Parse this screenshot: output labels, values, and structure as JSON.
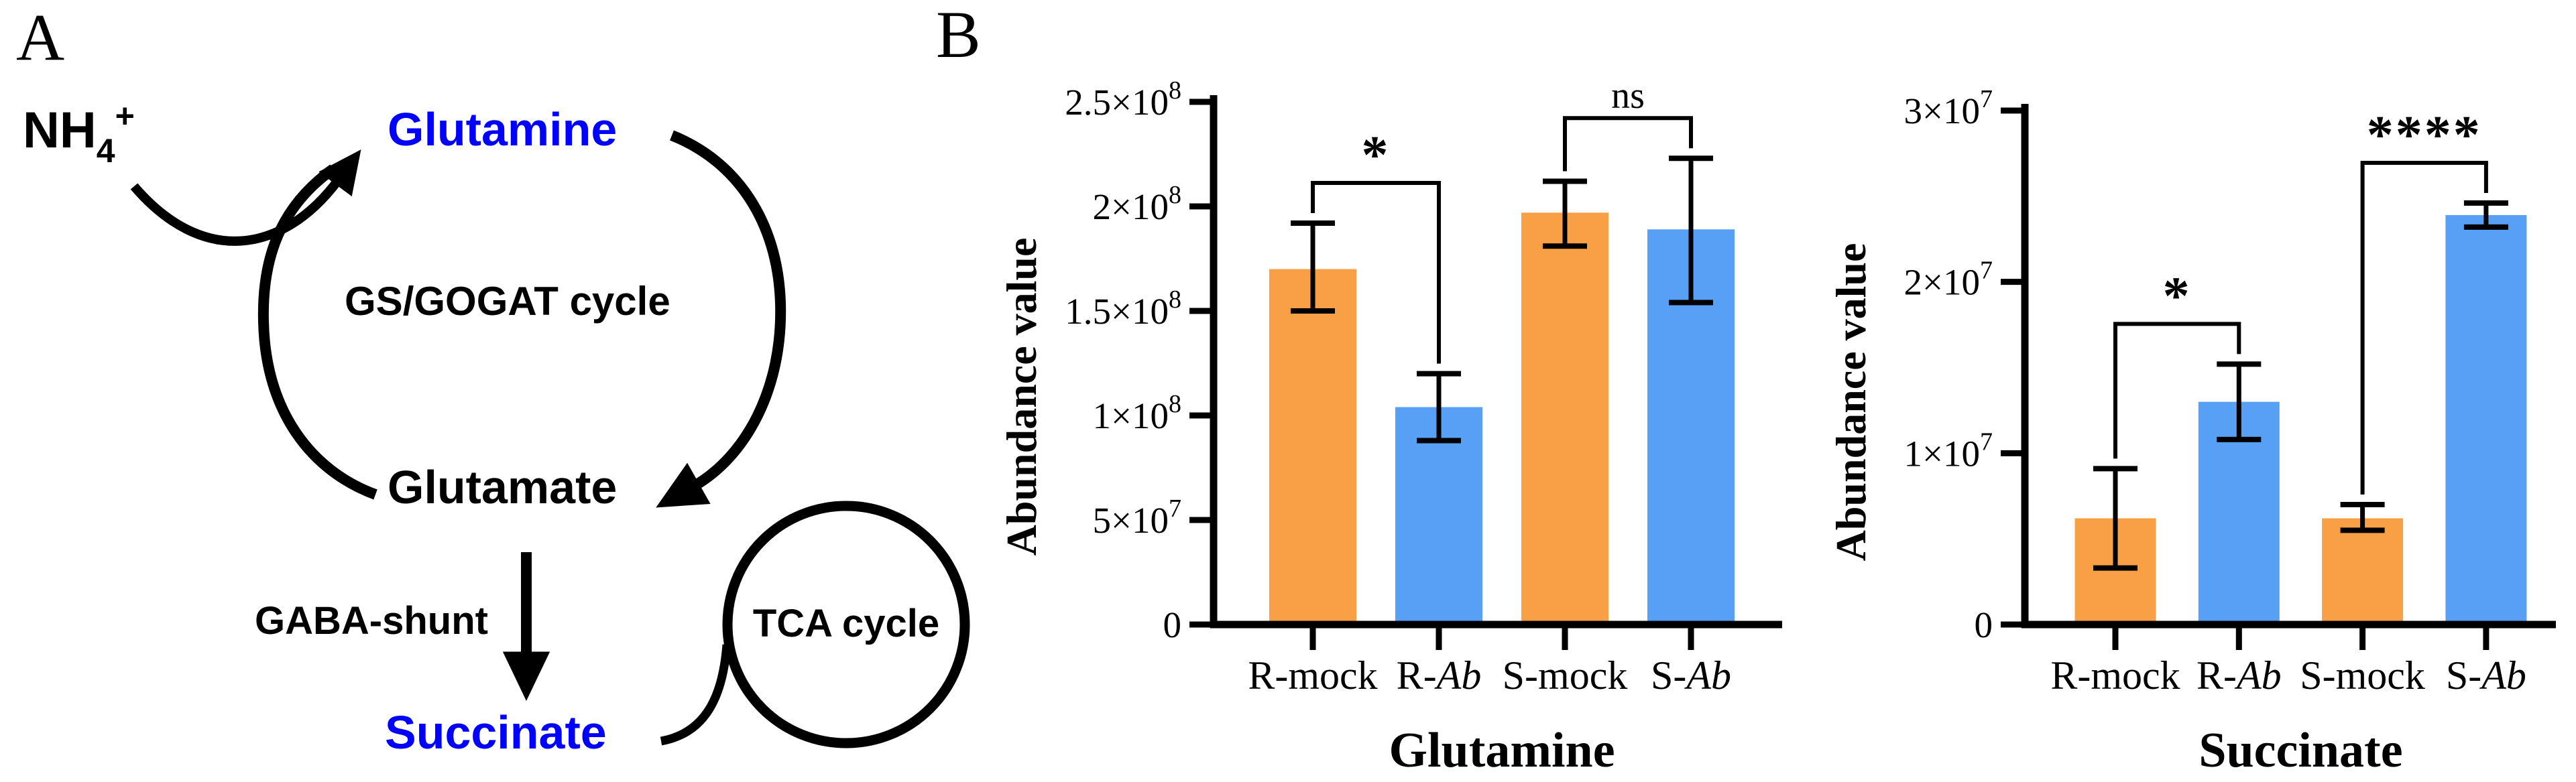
{
  "figure": {
    "panel_a_label": "A",
    "panel_b_label": "B",
    "background": "#FFFFFF"
  },
  "panel_a": {
    "nh4": {
      "base": "NH",
      "sub": "4",
      "sup": "+"
    },
    "glutamine": "Glutamine",
    "glutamate": "Glutamate",
    "succinate": "Succinate",
    "gs_gogat_label": "GS/GOGAT cycle",
    "gaba_shunt_label": "GABA-shunt",
    "tca_label": "TCA cycle",
    "highlight_color": "#0000FF",
    "edges": [
      {
        "from": "NH4+",
        "to": "Glutamine"
      },
      {
        "from": "Glutamate",
        "to": "Glutamine",
        "part_of": "GS/GOGAT cycle"
      },
      {
        "from": "Glutamine",
        "to": "Glutamate",
        "part_of": "GS/GOGAT cycle"
      },
      {
        "from": "Glutamate",
        "to": "Succinate",
        "label": "GABA-shunt"
      },
      {
        "from": "Succinate",
        "to": "TCA cycle"
      }
    ]
  },
  "chart_data": [
    {
      "type": "bar",
      "title": "Glutamine",
      "ylabel": "Abundance value",
      "categories": [
        {
          "plain": "R-mock",
          "italic": ""
        },
        {
          "plain": "R-",
          "italic": "Ab"
        },
        {
          "plain": "S-mock",
          "italic": ""
        },
        {
          "plain": "S-",
          "italic": "Ab"
        }
      ],
      "values": [
        170000000,
        104000000,
        197000000,
        189000000
      ],
      "error_low": [
        150000000,
        88000000,
        181000000,
        154000000
      ],
      "error_high": [
        192000000,
        120000000,
        212000000,
        223000000
      ],
      "bar_colors": [
        "#F9A047",
        "#57A0F5",
        "#F9A047",
        "#57A0F5"
      ],
      "ylim": [
        0,
        250000000
      ],
      "yticks": [
        {
          "value": 0,
          "label": "0",
          "exp": ""
        },
        {
          "value": 50000000,
          "label": "5×10",
          "exp": "7"
        },
        {
          "value": 100000000,
          "label": "1×10",
          "exp": "8"
        },
        {
          "value": 150000000,
          "label": "1.5×10",
          "exp": "8"
        },
        {
          "value": 200000000,
          "label": "2×10",
          "exp": "8"
        },
        {
          "value": 250000000,
          "label": "2.5×10",
          "exp": "8"
        }
      ],
      "significance": [
        {
          "pair": [
            0,
            1
          ],
          "label": "*"
        },
        {
          "pair": [
            2,
            3
          ],
          "label": "ns"
        }
      ],
      "grid": false,
      "legend": "none"
    },
    {
      "type": "bar",
      "title": "Succinate",
      "ylabel": "Abundance value",
      "categories": [
        {
          "plain": "R-mock",
          "italic": ""
        },
        {
          "plain": "R-",
          "italic": "Ab"
        },
        {
          "plain": "S-mock",
          "italic": ""
        },
        {
          "plain": "S-",
          "italic": "Ab"
        }
      ],
      "values": [
        6200000,
        13000000,
        6200000,
        23900000
      ],
      "error_low": [
        3300000,
        10800000,
        5500000,
        23200000
      ],
      "error_high": [
        9100000,
        15200000,
        7000000,
        24600000
      ],
      "bar_colors": [
        "#F9A047",
        "#57A0F5",
        "#F9A047",
        "#57A0F5"
      ],
      "ylim": [
        0,
        30000000
      ],
      "yticks": [
        {
          "value": 0,
          "label": "0",
          "exp": ""
        },
        {
          "value": 10000000,
          "label": "1×10",
          "exp": "7"
        },
        {
          "value": 20000000,
          "label": "2×10",
          "exp": "7"
        },
        {
          "value": 30000000,
          "label": "3×10",
          "exp": "7"
        }
      ],
      "significance": [
        {
          "pair": [
            0,
            1
          ],
          "label": "*"
        },
        {
          "pair": [
            2,
            3
          ],
          "label": "****"
        }
      ],
      "grid": false,
      "legend": "none"
    }
  ]
}
